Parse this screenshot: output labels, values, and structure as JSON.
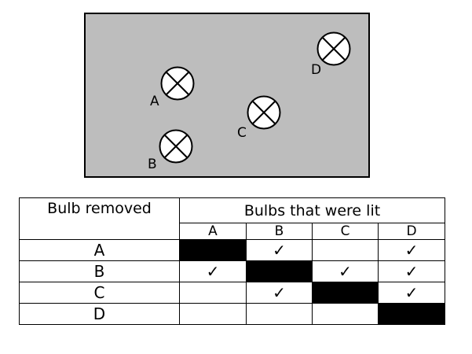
{
  "circuit": {
    "bulbs": [
      {
        "label": "A"
      },
      {
        "label": "B"
      },
      {
        "label": "C"
      },
      {
        "label": "D"
      }
    ]
  },
  "table": {
    "header_removed": "Bulb removed",
    "header_lit": "Bulbs that were lit",
    "columns": [
      "A",
      "B",
      "C",
      "D"
    ],
    "rows": [
      {
        "removed": "A",
        "cells": [
          "removed",
          "lit",
          "unlit",
          "lit"
        ]
      },
      {
        "removed": "B",
        "cells": [
          "lit",
          "removed",
          "lit",
          "lit"
        ]
      },
      {
        "removed": "C",
        "cells": [
          "unlit",
          "lit",
          "removed",
          "lit"
        ]
      },
      {
        "removed": "D",
        "cells": [
          "unlit",
          "unlit",
          "unlit",
          "removed"
        ]
      }
    ],
    "check_symbol": "✓",
    "removed_color": "#000000"
  }
}
